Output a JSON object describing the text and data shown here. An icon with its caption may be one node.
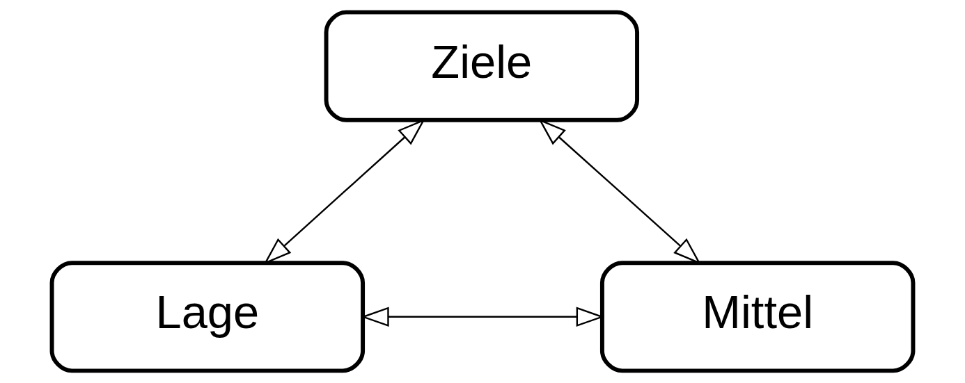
{
  "diagram": {
    "nodes": [
      {
        "text": [
          "Ziele"
        ]
      },
      {
        "text": [
          "Lage"
        ]
      },
      {
        "text": [
          "Mittel"
        ]
      }
    ],
    "edges": [
      {
        "from": 1,
        "to": 0,
        "arrow": "both"
      },
      {
        "from": 0,
        "to": 2,
        "arrow": "both"
      },
      {
        "from": 1,
        "to": 2,
        "arrow": "both"
      }
    ]
  }
}
